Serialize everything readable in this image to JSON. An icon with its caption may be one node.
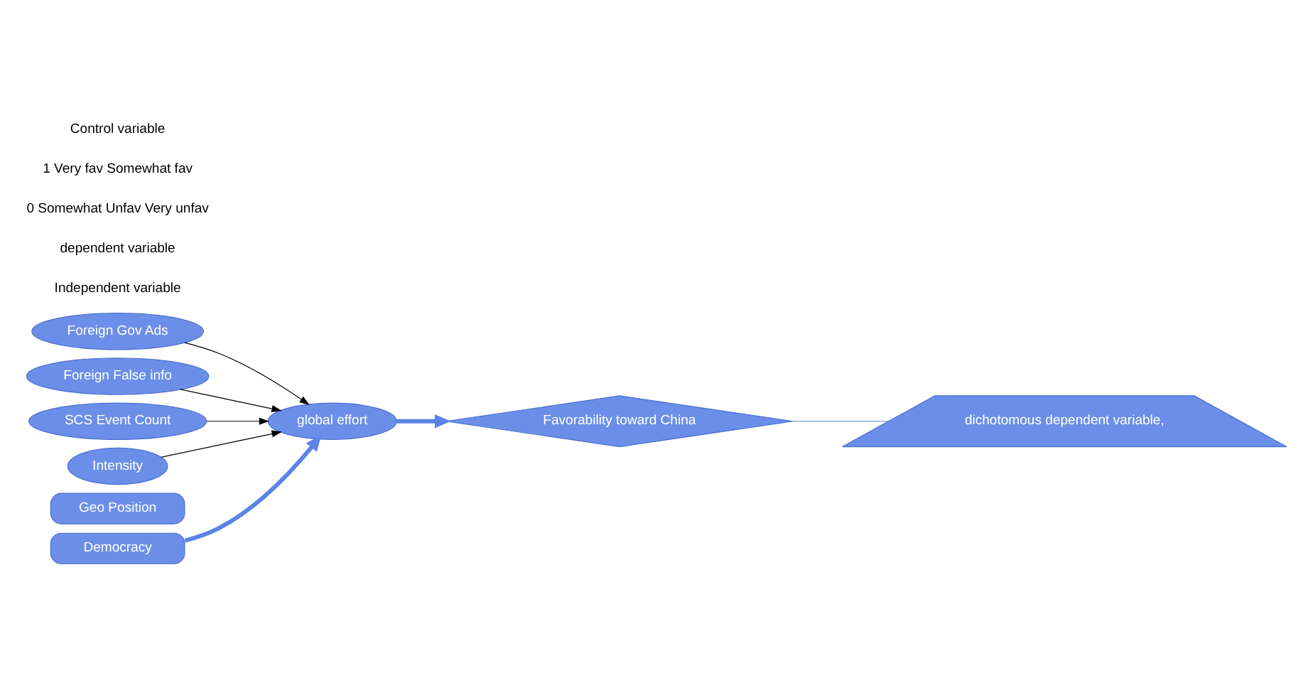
{
  "diagram": {
    "nodes": [
      {
        "text": [
          "Foreign Gov Ads"
        ]
      },
      {
        "text": [
          "Foreign False info"
        ]
      },
      {
        "text": [
          "SCS Event Count"
        ]
      },
      {
        "text": [
          "Intensity"
        ]
      },
      {
        "text": [
          "global effort"
        ]
      },
      {
        "text": [
          "Democracy"
        ]
      },
      {
        "text": [
          "Geo Position"
        ]
      },
      {
        "text": [
          "Favorability toward China"
        ]
      },
      {
        "text": [
          "dichotomous dependent variable,"
        ]
      }
    ],
    "edges": [
      {
        "from": 0,
        "to": 4,
        "arrow": "to"
      },
      {
        "from": 1,
        "to": 4,
        "arrow": "to"
      },
      {
        "from": 2,
        "to": 4,
        "arrow": "to"
      },
      {
        "from": 3,
        "to": 4,
        "arrow": "to"
      },
      {
        "from": 5,
        "to": 4,
        "arrow": "to",
        "style": "thick",
        "color": "#5b84e6"
      },
      {
        "from": 4,
        "to": 7,
        "arrow": "to",
        "style": "thick",
        "color": "#5b84e6"
      },
      {
        "from": 7,
        "to": 8,
        "arrow": "none",
        "color": "#5b84e6"
      }
    ],
    "labels": [
      "Independent variable",
      "dependent variable",
      "0 Somewhat Unfav Very unfav",
      "1 Very fav Somewhat fav",
      "Control variable"
    ]
  }
}
